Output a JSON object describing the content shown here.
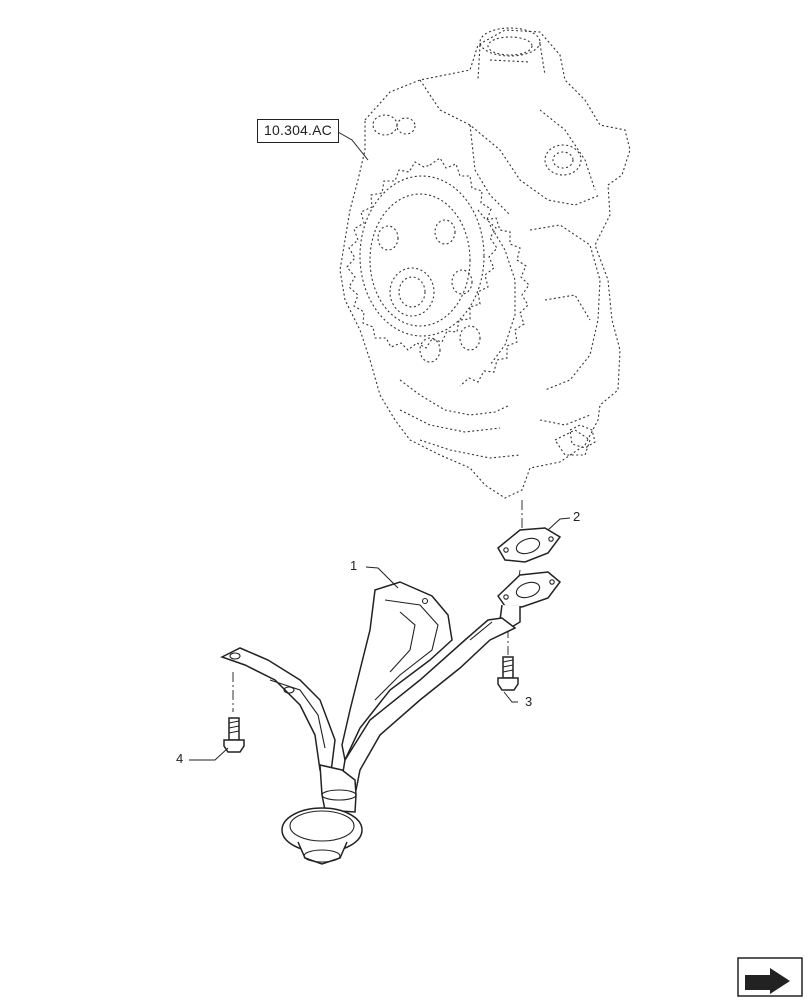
{
  "diagram": {
    "reference_label": "10.304.AC",
    "callouts": [
      {
        "id": "1",
        "text": "1"
      },
      {
        "id": "2",
        "text": "2"
      },
      {
        "id": "3",
        "text": "3"
      },
      {
        "id": "4",
        "text": "4"
      }
    ],
    "nav_icon": "next-page-arrow-icon"
  }
}
